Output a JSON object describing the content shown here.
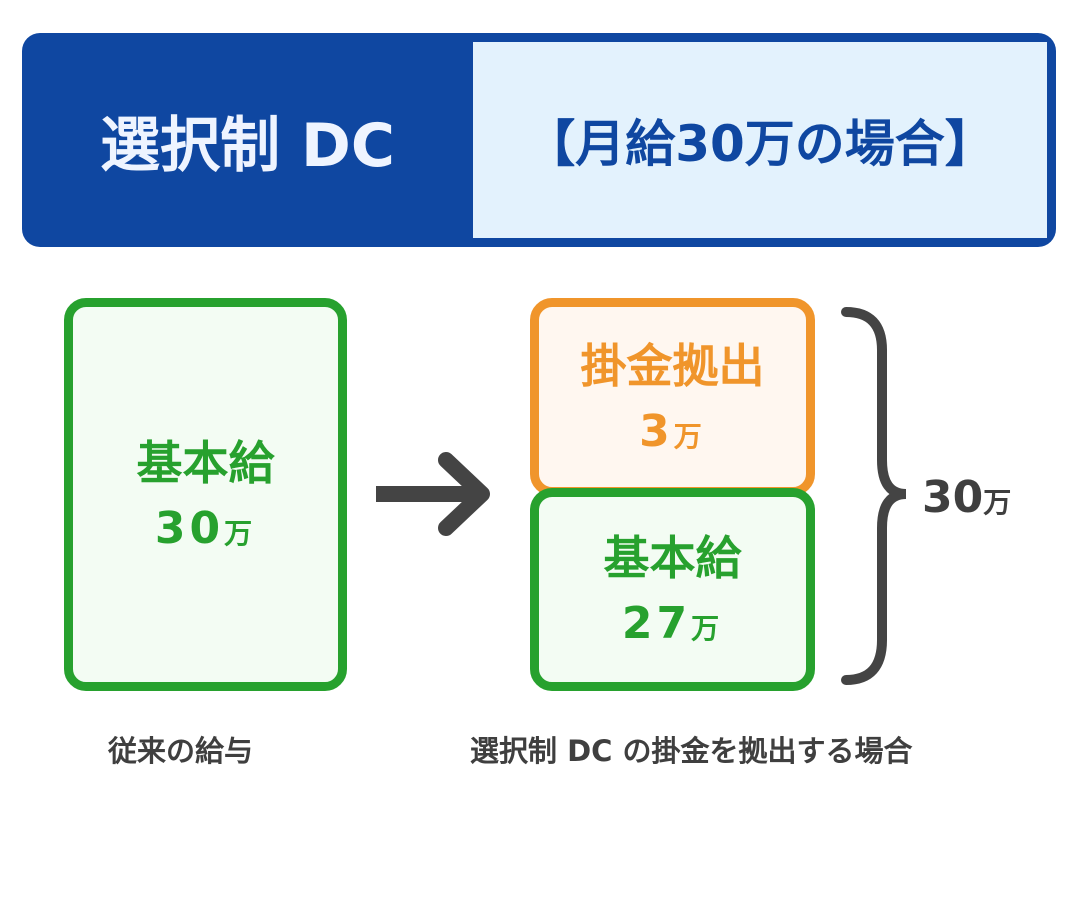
{
  "header": {
    "title": "選択制 DC",
    "subtitle": "【月給30万の場合】"
  },
  "left": {
    "label": "基本給",
    "amount": "30",
    "unit": "万",
    "caption": "従来の給与"
  },
  "right": {
    "contribution": {
      "label": "掛金拠出",
      "amount": "3",
      "unit": "万"
    },
    "base": {
      "label": "基本給",
      "amount": "27",
      "unit": "万"
    },
    "total": {
      "amount": "30",
      "unit": "万"
    },
    "caption": "選択制 DC の掛金を拠出する場合"
  },
  "colors": {
    "blue": "#0f47a1",
    "lightblue": "#e3f2fd",
    "green": "#27a12e",
    "orange": "#f0952b",
    "gray": "#444444"
  }
}
